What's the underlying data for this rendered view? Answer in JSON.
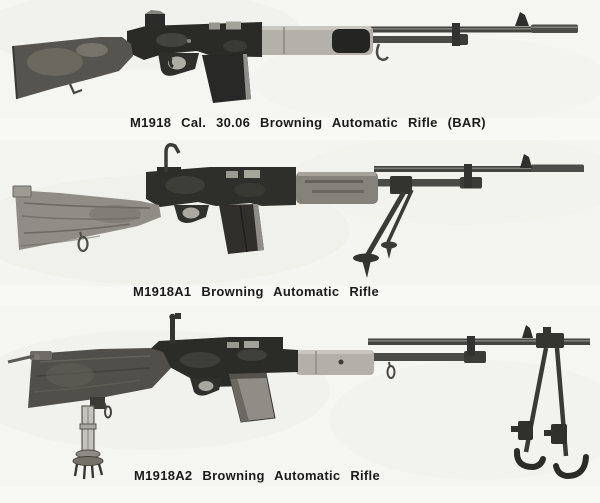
{
  "page": {
    "background_color": "#f8f8f5",
    "caption_color": "#1b1b1b"
  },
  "figures": [
    {
      "id": "m1918",
      "caption": "M1918 Cal. 30.06 Browning Automatic Rifle (BAR)",
      "description": "Right-side photograph of the M1918 BAR: dark wooden buttstock, dark receiver with box magazine below, wooden forend and plain barrel with front sight, no bipod"
    },
    {
      "id": "m1918a1",
      "caption": "M1918A1 Browning Automatic Rifle",
      "description": "Right-side photograph of the M1918A1 BAR: light grained stock, raised rear leaf sight, spiked-foot bipod folded down-left from the gas cylinder"
    },
    {
      "id": "m1918a2",
      "caption": "M1918A2 Browning Automatic Rifle",
      "description": "Right-side photograph of the M1918A2 BAR: grained stock with hinged butt-plate rod, spiked monopod butt rest under the stock, light magazine, skid-foot bipod spread at the muzzle"
    }
  ]
}
